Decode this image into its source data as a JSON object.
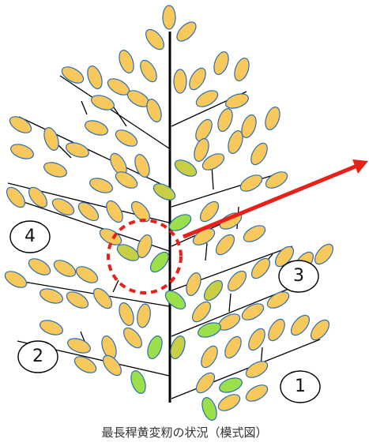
{
  "caption": "最長稈黄変籾の状況（模式図）",
  "labels": {
    "l1": "1",
    "l2": "2",
    "l3": "3",
    "l4": "4"
  },
  "colors": {
    "yellow_grain": "#F7C85C",
    "green_grain": "#9BE04A",
    "olive_grain": "#C9CF45",
    "outline": "#2E6FB0",
    "stem": "#000000",
    "arrow": "#E8201A",
    "highlight_circle": "#E8201A"
  }
}
